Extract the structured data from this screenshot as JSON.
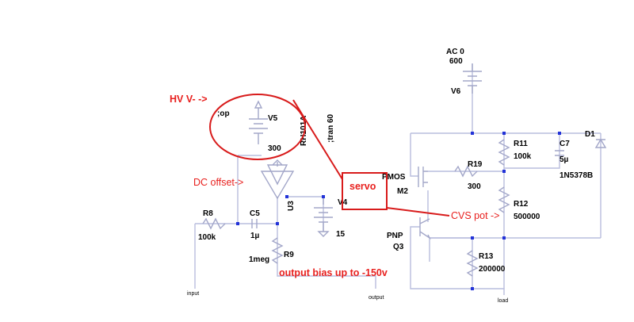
{
  "components": {
    "source_ac": {
      "ref": "V6",
      "line1": "AC 0",
      "line2": "600"
    },
    "source_hv": {
      "ref": "V5",
      "value": "300",
      "directive": ";op"
    },
    "source_v4": {
      "ref": "V4",
      "value": "15"
    },
    "opamp": {
      "ref": "U3",
      "model": "RH101A"
    },
    "sim_directive": ";tran 60",
    "pmos": {
      "type": "PMOS",
      "ref": "M2"
    },
    "pnp": {
      "type": "PNP",
      "ref": "Q3"
    },
    "r8": {
      "ref": "R8",
      "value": "100k"
    },
    "c5": {
      "ref": "C5",
      "value": "1µ"
    },
    "r9": {
      "ref": "R9",
      "value": "1meg"
    },
    "r11": {
      "ref": "R11",
      "value": "100k"
    },
    "c7": {
      "ref": "C7",
      "value": "5µ"
    },
    "d1": {
      "ref": "D1",
      "model": "1N5378B"
    },
    "r19": {
      "ref": "R19",
      "value": "300"
    },
    "r12": {
      "ref": "R12",
      "value": "500000"
    },
    "r13": {
      "ref": "R13",
      "value": "200000"
    }
  },
  "nets": {
    "input": "input",
    "output": "output",
    "load": "load"
  },
  "annotations": {
    "hv": "HV V- ->",
    "dc_offset": "DC offset->",
    "servo": "servo",
    "cvs_pot": "CVS pot ->",
    "output_bias": "output bias up to -150v"
  },
  "colors": {
    "wire": "#b9bddd",
    "node": "#2232d8",
    "annotation": "#e8201e"
  }
}
